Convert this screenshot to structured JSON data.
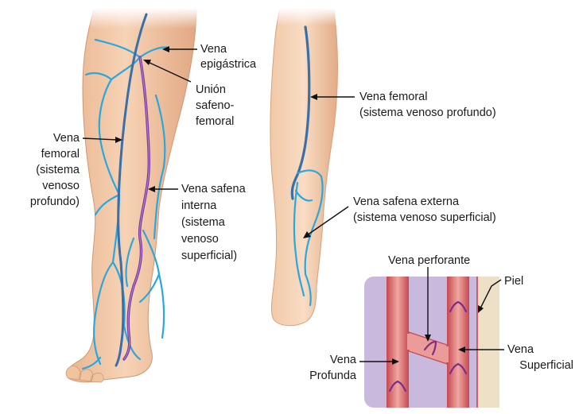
{
  "labels": {
    "epigastrica_1": "Vena",
    "epigastrica_2": "epigástrica",
    "union_1": "Unión",
    "union_2": "safeno-",
    "union_3": "femoral",
    "femoral_left_1": "Vena",
    "femoral_left_2": "femoral",
    "femoral_left_3": "(sistema",
    "femoral_left_4": "venoso",
    "femoral_left_5": "profundo)",
    "safena_interna_1": "Vena safena",
    "safena_interna_2": "interna",
    "safena_interna_3": "(sistema",
    "safena_interna_4": "venoso",
    "safena_interna_5": "superficial)",
    "femoral_right_1": "Vena femoral",
    "femoral_right_2": "(sistema venoso profundo)",
    "safena_externa_1": "Vena safena externa",
    "safena_externa_2": "(sistema venoso superficial)",
    "perforante": "Vena perforante",
    "piel": "Piel",
    "superficial_1": "Vena",
    "superficial_2": "Superficial",
    "profunda_1": "Vena",
    "profunda_2": "Profunda"
  },
  "colors": {
    "skin": "#f2c9a6",
    "skin_shade": "#d9a07c",
    "deep_vein": "#3a6fa8",
    "superficial_vein": "#2aa7dc",
    "saphenous_vein": "#7b3aa0",
    "inset_bg": "#c9b9dc",
    "inset_skin": "#eee0c6",
    "vessel": "#e08a8a",
    "vessel_edge": "#a8323c"
  }
}
